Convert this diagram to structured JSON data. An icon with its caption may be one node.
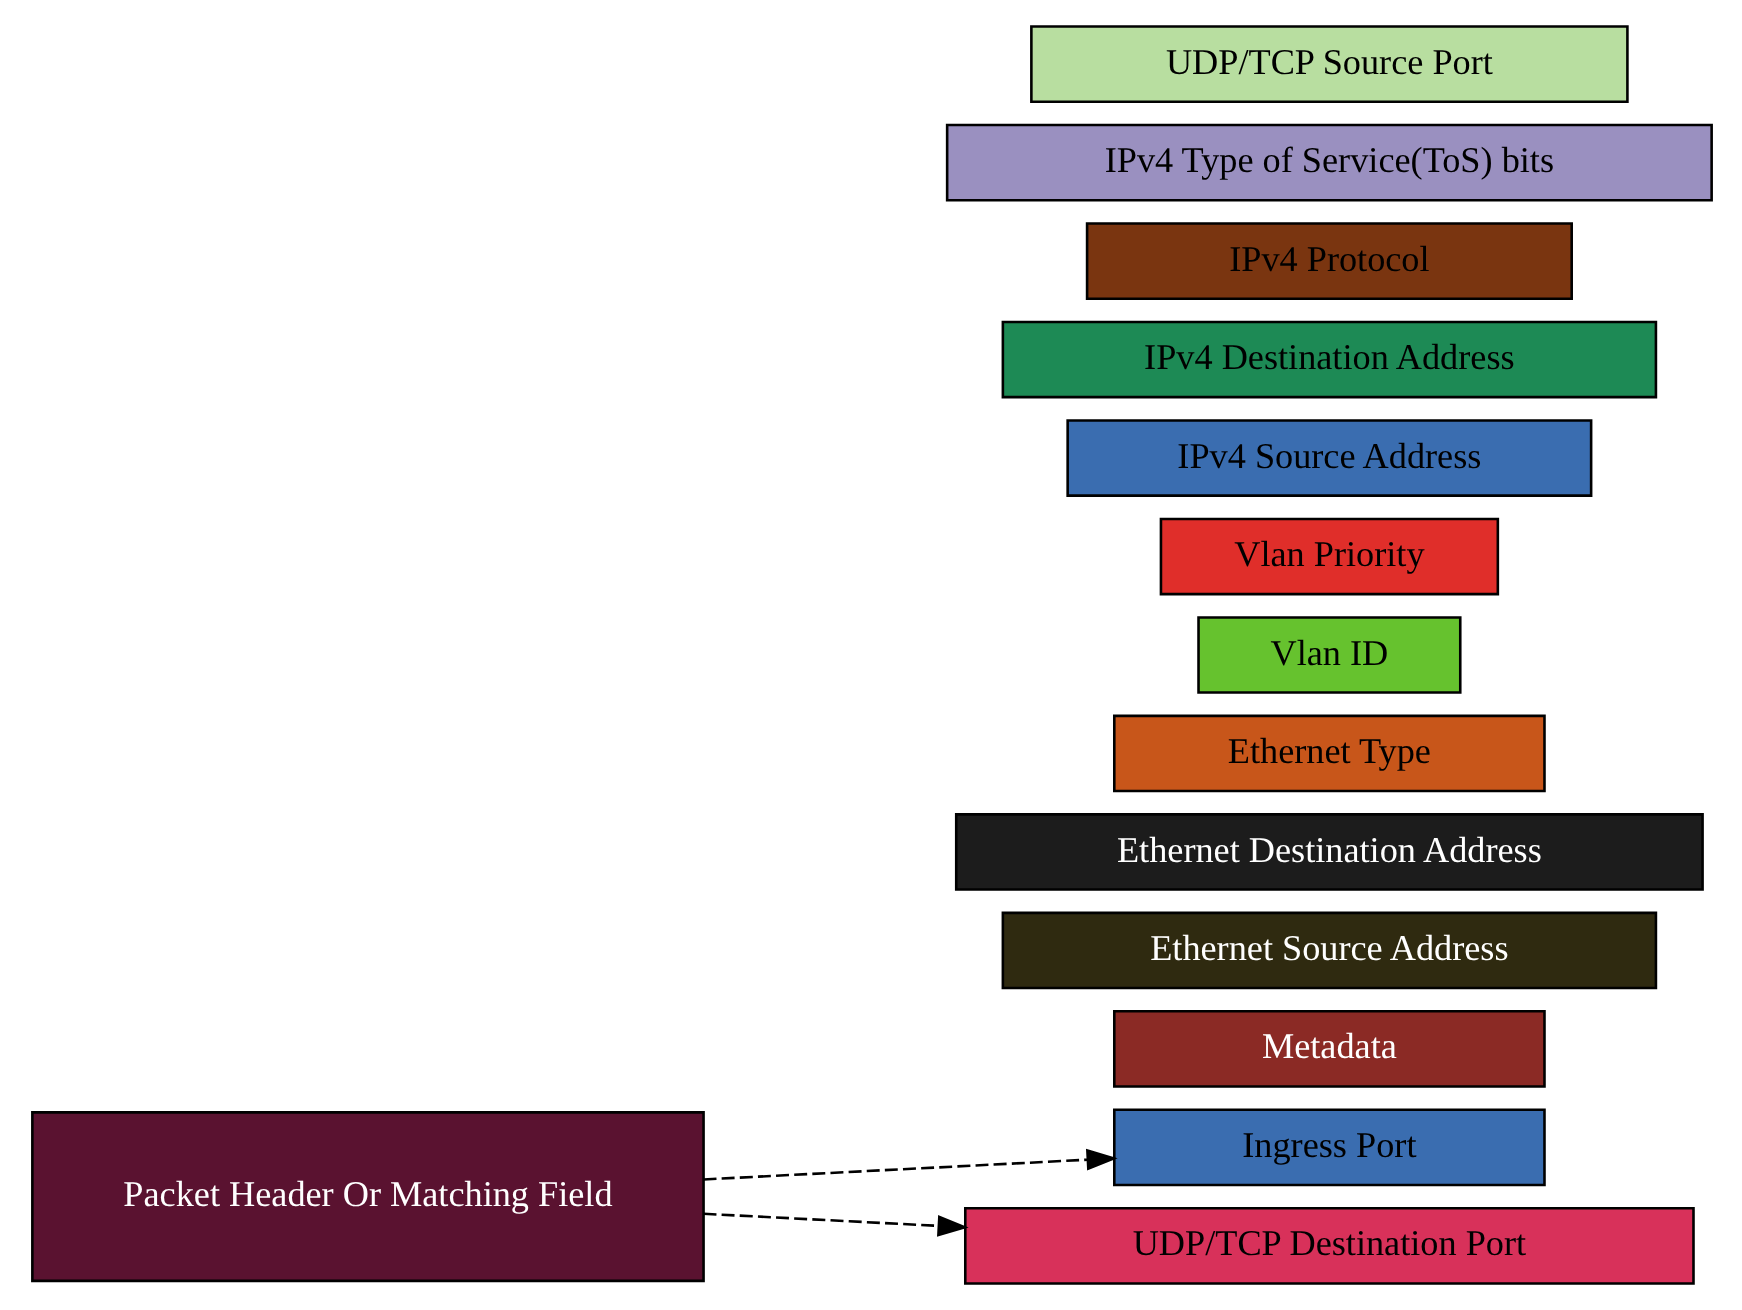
{
  "diagram": {
    "nodes": [
      {
        "text": [
          "Packet Header Or Matching Field"
        ]
      },
      {
        "text": [
          "Ingress Port"
        ]
      },
      {
        "text": [
          "Metadata"
        ]
      },
      {
        "text": [
          "Ethernet Source Address"
        ]
      },
      {
        "text": [
          "Ethernet Destination Address"
        ]
      },
      {
        "text": [
          "Ethernet Type"
        ]
      },
      {
        "text": [
          "Vlan ID"
        ]
      },
      {
        "text": [
          "Vlan Priority"
        ]
      },
      {
        "text": [
          "IPv4 Source Address"
        ]
      },
      {
        "text": [
          "IPv4 Destination Address"
        ]
      },
      {
        "text": [
          "IPv4 Protocol"
        ]
      },
      {
        "text": [
          "IPv4 Type of Service(ToS) bits"
        ]
      },
      {
        "text": [
          "UDP/TCP Source Port"
        ]
      },
      {
        "text": [
          "UDP/TCP Destination Port"
        ]
      }
    ],
    "edges": [
      {
        "from": 0,
        "to": 1,
        "arrow": "to",
        "style": "dashed"
      },
      {
        "from": 0,
        "to": 13,
        "arrow": "to",
        "style": "dashed"
      }
    ]
  }
}
